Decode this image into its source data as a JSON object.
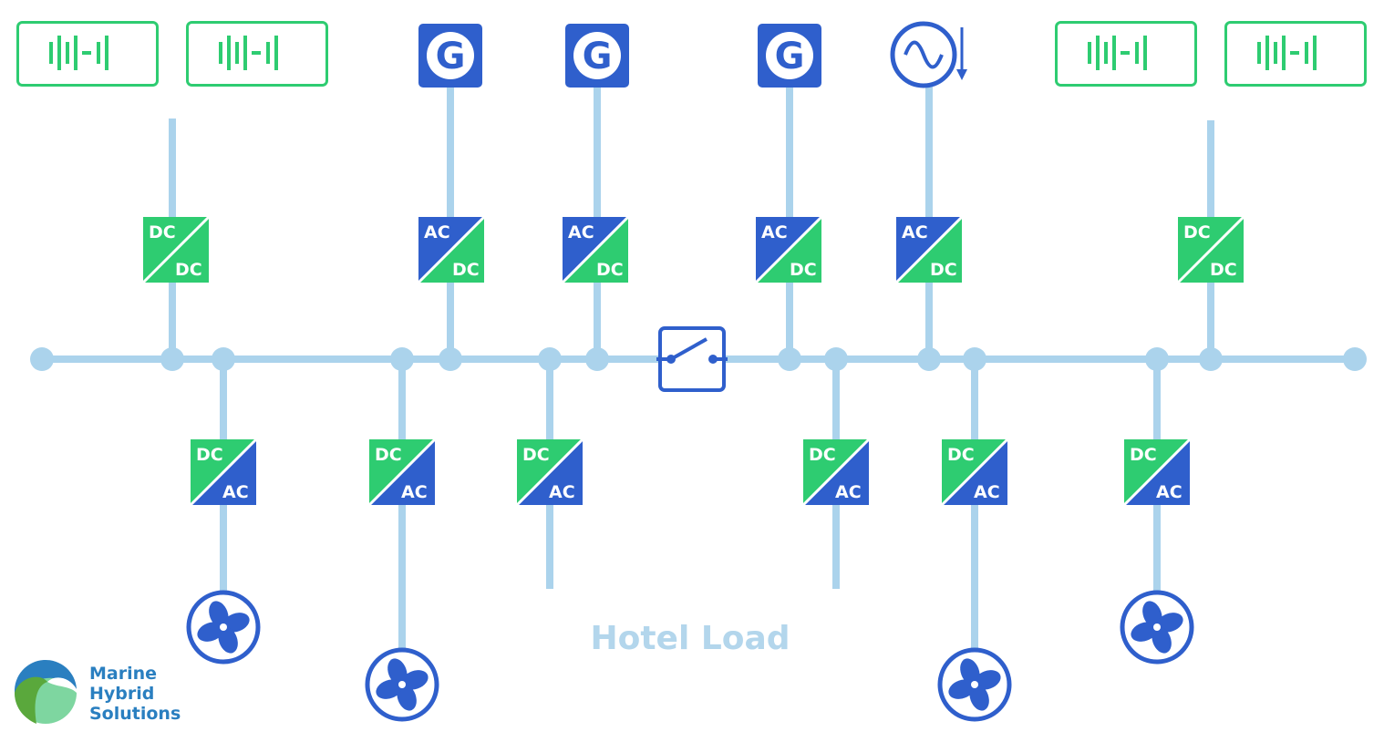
{
  "colors": {
    "bus": "#abd3ec",
    "green": "#2ecc71",
    "blue": "#2f5fcc",
    "white": "#ffffff",
    "hotel_label": "#b3d6ec",
    "logo_text": "#2a7fc0"
  },
  "batteries": [
    {
      "icon": "battery-icon"
    },
    {
      "icon": "battery-icon"
    },
    {
      "icon": "battery-icon"
    },
    {
      "icon": "battery-icon"
    }
  ],
  "generators": [
    {
      "label": "G"
    },
    {
      "label": "G"
    },
    {
      "label": "G"
    }
  ],
  "shore_power": {
    "icon": "ac-source-icon"
  },
  "converters": [
    {
      "top": "DC",
      "bottom": "DC"
    },
    {
      "top": "AC",
      "bottom": "DC"
    },
    {
      "top": "AC",
      "bottom": "DC"
    },
    {
      "top": "AC",
      "bottom": "DC"
    },
    {
      "top": "AC",
      "bottom": "DC"
    },
    {
      "top": "DC",
      "bottom": "DC"
    },
    {
      "top": "DC",
      "bottom": "AC"
    },
    {
      "top": "DC",
      "bottom": "AC"
    },
    {
      "top": "DC",
      "bottom": "AC"
    },
    {
      "top": "DC",
      "bottom": "AC"
    },
    {
      "top": "DC",
      "bottom": "AC"
    },
    {
      "top": "DC",
      "bottom": "AC"
    }
  ],
  "thrusters": [
    {
      "icon": "propeller-icon"
    },
    {
      "icon": "propeller-icon"
    },
    {
      "icon": "propeller-icon"
    },
    {
      "icon": "propeller-icon"
    }
  ],
  "bus_tie": {
    "icon": "switch-icon"
  },
  "hotel_load_label": "Hotel Load",
  "logo": {
    "line1": "Marine",
    "line2": "Hybrid",
    "line3": "Solutions"
  }
}
